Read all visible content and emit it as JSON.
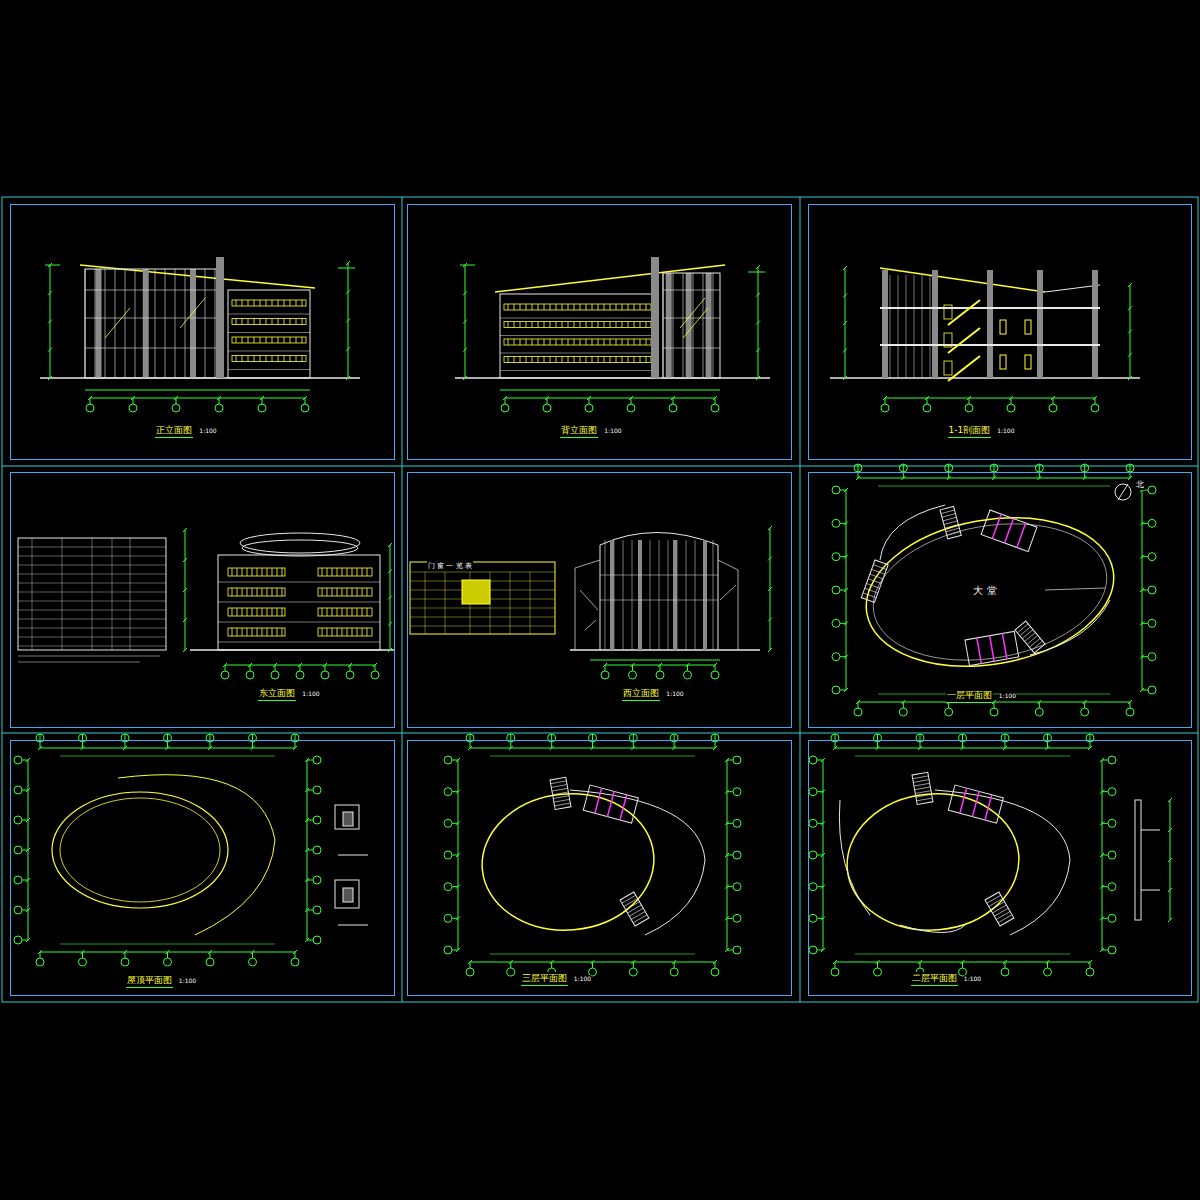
{
  "diagram": {
    "nodes": [
      {
        "text": [
          "正立面图",
          "1:100"
        ]
      },
      {
        "text": [
          "背立面图",
          "1:100"
        ]
      },
      {
        "text": [
          "1-1剖面图",
          "1:100"
        ]
      },
      {
        "text": [
          "东立面图",
          "1:100"
        ]
      },
      {
        "text": [
          "西立面图",
          "1:100"
        ]
      },
      {
        "text": [
          "一层平面图",
          "1:100"
        ]
      },
      {
        "text": [
          "屋顶平面图",
          "1:100"
        ]
      },
      {
        "text": [
          "三层平面图",
          "1:100"
        ]
      },
      {
        "text": [
          "二层平面图",
          "1:100"
        ]
      }
    ],
    "labels": [
      "大 堂",
      "北",
      "门 窗 一 览 表"
    ]
  }
}
